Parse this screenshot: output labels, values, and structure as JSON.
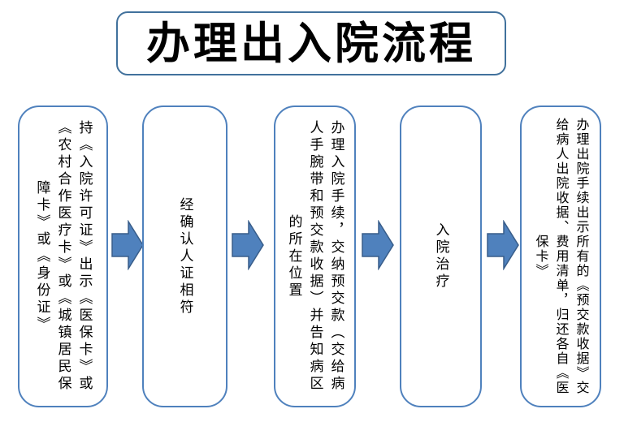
{
  "title": "办理出入院流程",
  "theme": {
    "background": "#FFFFFF",
    "text_color": "#000000",
    "title_border": "#41719C",
    "box_border": "#4F81BD",
    "arrow_fill": "#4F81BD",
    "arrow_border": "#385D8A"
  },
  "flow": {
    "connector": "right-arrow",
    "steps": [
      {
        "id": 1,
        "text": "持《入院许可证》出示《医保卡》或\n《农村合作医疗卡》或《城镇居民保\n障卡》或《身份证》"
      },
      {
        "id": 2,
        "text": "经确认人证相符"
      },
      {
        "id": 3,
        "text": "办理入院手续，交纳预交款（交给病\n人手腕带和预交款收据）并告知病区\n的所在位置"
      },
      {
        "id": 4,
        "text": "入院治疗"
      },
      {
        "id": 5,
        "text": "办理出院手续出示所有的《预交款收据》交\n给病人出院收据、费用清单，归还各自《医\n保卡》"
      }
    ]
  }
}
